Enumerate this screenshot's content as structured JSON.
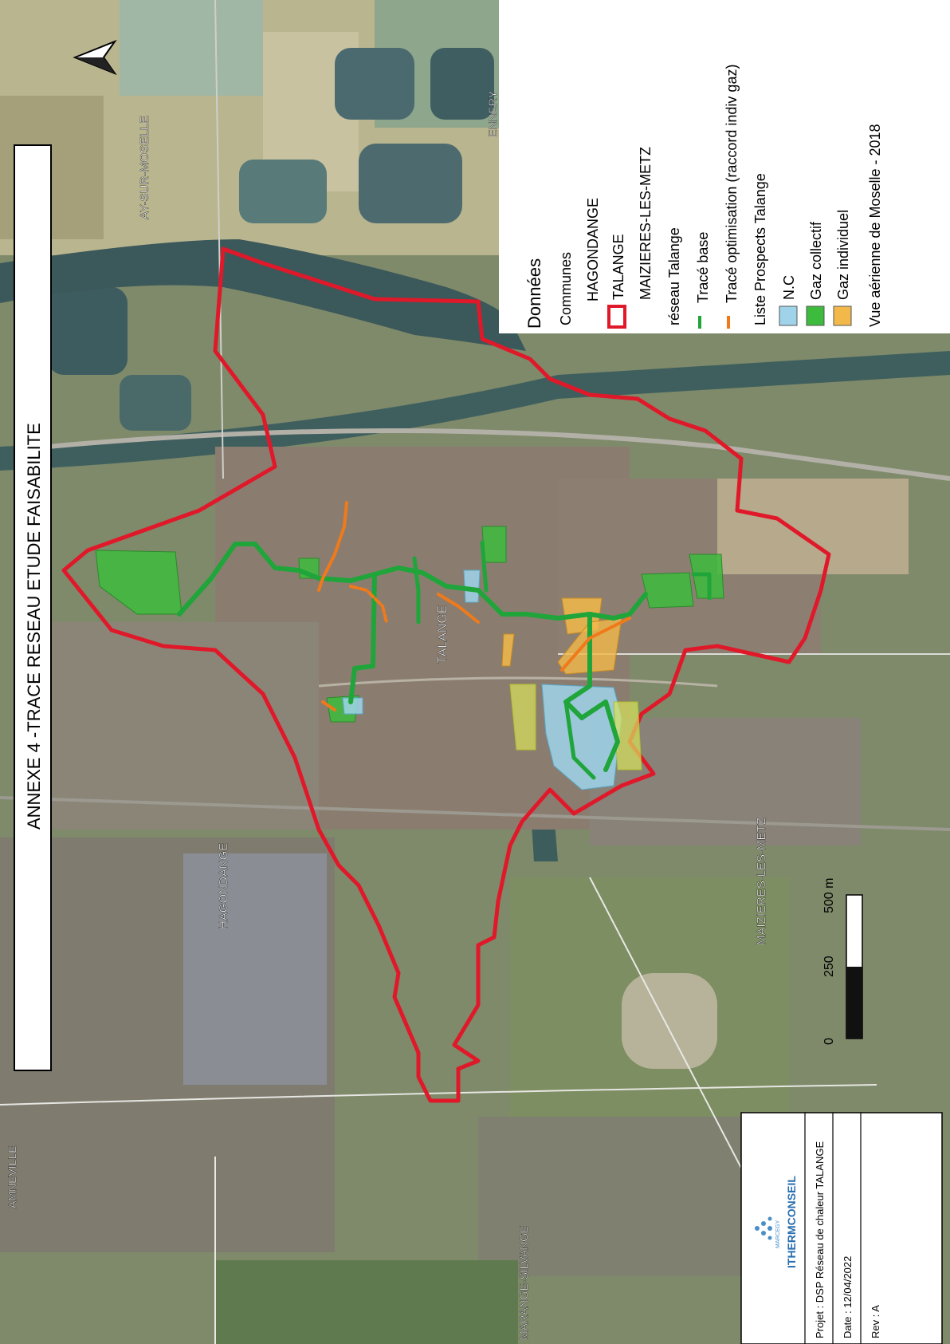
{
  "title": "ANNEXE 4 -TRACE RESEAU ETUDE FAISABILITE",
  "places": {
    "ay_sur_moselle": "AY-SUR-MOSELLE",
    "ennery": "ENNERY",
    "talange": "TALANGE",
    "hagondange": "HAGONDANGE",
    "maizieres": "MAIZIERES-LES-METZ",
    "amneville": "AMNEVILLE",
    "marange": "MARANGE-SILVANGE"
  },
  "legend": {
    "heading": "Données",
    "communes_label": "Communes",
    "commune_hagondange": "HAGONDANGE",
    "commune_talange": "TALANGE",
    "commune_maizieres": "MAIZIERES-LES-METZ",
    "network_label": "réseau Talange",
    "trace_base": "Tracé base",
    "trace_opt": "Tracé optimisation (raccord indiv gaz)",
    "prospects_label": "Liste Prospects Talange",
    "nc": "N.C",
    "gaz_collectif": "Gaz collectif",
    "gaz_individuel": "Gaz individuel",
    "source": "Vue aérienne de Moselle - 2018"
  },
  "scale": {
    "t0": "0",
    "t250": "250",
    "t500": "500 m"
  },
  "titleblock": {
    "logo_small": "MARCEGY",
    "logo": "ITHERMCONSEIL",
    "projet": "Projet : DSP Réseau de chaleur TALANGE",
    "date": "Date : 12/04/2022",
    "rev": "Rev : A"
  },
  "colors": {
    "boundary": "#e0192a",
    "trace_base": "#1fa53a",
    "trace_opt": "#f07a1a",
    "nc": "#9ed3ea",
    "gaz_collectif": "#3dbb3d",
    "gaz_individuel": "#f2b94a"
  },
  "icons": {
    "north": "north-arrow-icon",
    "logo": "ithermconseil-logo-icon"
  }
}
